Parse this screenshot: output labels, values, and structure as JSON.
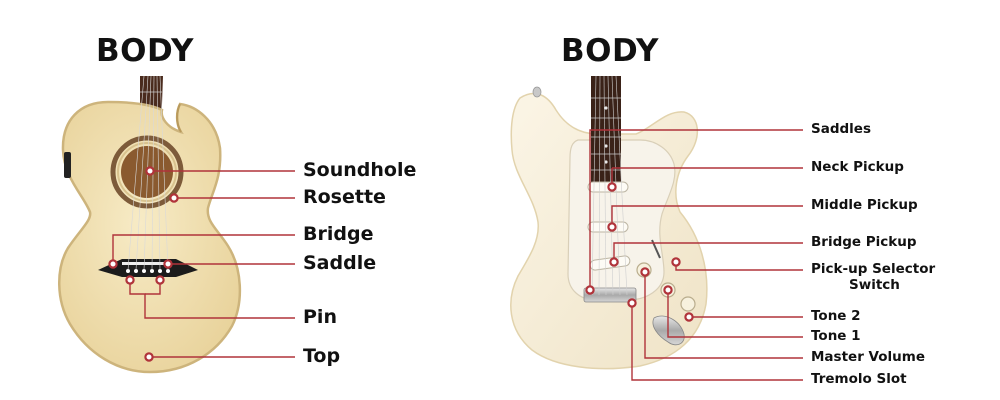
{
  "acoustic": {
    "title": "BODY",
    "labels": {
      "soundhole": "Soundhole",
      "rosette": "Rosette",
      "bridge": "Bridge",
      "saddle": "Saddle",
      "pin": "Pin",
      "top": "Top"
    }
  },
  "electric": {
    "title": "BODY",
    "labels": {
      "saddles": "Saddles",
      "neck_pickup": "Neck Pickup",
      "middle_pickup": "Middle Pickup",
      "bridge_pickup": "Bridge Pickup",
      "selector_line1": "Pick-up Selector",
      "selector_line2": "Switch",
      "tone2": "Tone 2",
      "tone1": "Tone 1",
      "master_volume": "Master Volume",
      "tremolo_slot": "Tremolo Slot"
    }
  },
  "colors": {
    "leader": "#b0333a",
    "acoustic_wood": "#f1dfae",
    "electric_body": "#f6eedb",
    "neck_wood": "#3a2218"
  }
}
